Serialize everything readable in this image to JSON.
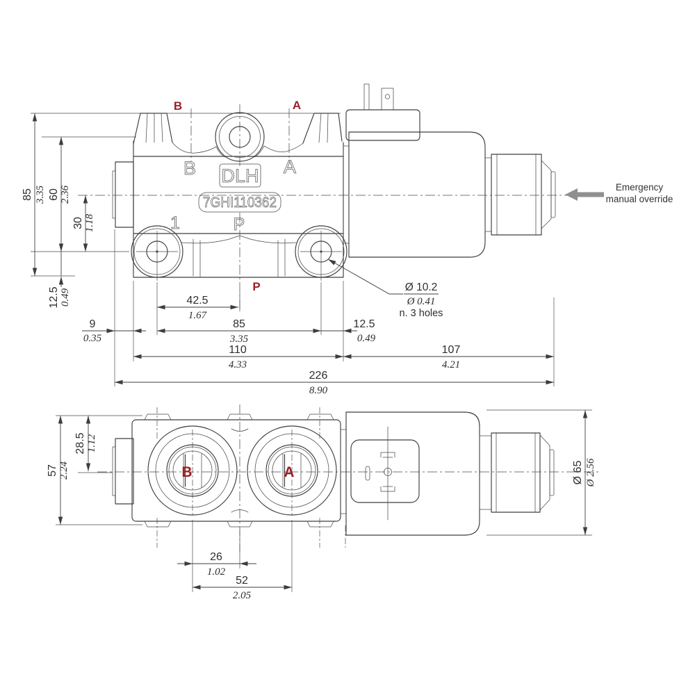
{
  "colors": {
    "accent_red": "#9c2026",
    "line": "#3d3d3d",
    "override_arrow_gray": "#8f8f8f"
  },
  "side_view": {
    "labels": {
      "port_b_red": "B",
      "port_a_red": "A",
      "port_p_red": "P",
      "port_b_cast": "B",
      "port_a_cast": "A",
      "port_p_cast": "P",
      "port_1": "1",
      "brand": "DLH",
      "part_number": "7GHI110362"
    },
    "callout_hole": {
      "diameter_mm": "Ø 10.2",
      "diameter_in": "Ø 0.41",
      "note": "n. 3 holes"
    },
    "annotation_override": {
      "line1": "Emergency",
      "line2": "manual override"
    },
    "dims": {
      "height_total": {
        "mm": "85",
        "in": "3.35"
      },
      "height_top_to_port": {
        "mm": "60",
        "in": "2.36"
      },
      "height_center_to_port": {
        "mm": "30",
        "in": "1.18"
      },
      "height_port_to_base": {
        "mm": "12.5",
        "in": "0.49"
      },
      "cap_offset": {
        "mm": "9",
        "in": "0.35"
      },
      "port_to_center": {
        "mm": "42.5",
        "in": "1.67"
      },
      "port_spacing": {
        "mm": "85",
        "in": "3.35"
      },
      "port_to_edge": {
        "mm": "12.5",
        "in": "0.49"
      },
      "body_length": {
        "mm": "110",
        "in": "4.33"
      },
      "solenoid_length": {
        "mm": "107",
        "in": "4.21"
      },
      "total_length": {
        "mm": "226",
        "in": "8.90"
      }
    }
  },
  "bottom_view": {
    "labels": {
      "port_b_red": "B",
      "port_a_red": "A"
    },
    "dims": {
      "body_width": {
        "mm": "57",
        "in": "2.24"
      },
      "center_offset": {
        "mm": "28.5",
        "in": "1.12"
      },
      "port_to_center": {
        "mm": "26",
        "in": "1.02"
      },
      "port_spacing": {
        "mm": "52",
        "in": "2.05"
      },
      "solenoid_diameter": {
        "mm": "Ø 65",
        "in": "Ø 2.56"
      }
    }
  }
}
